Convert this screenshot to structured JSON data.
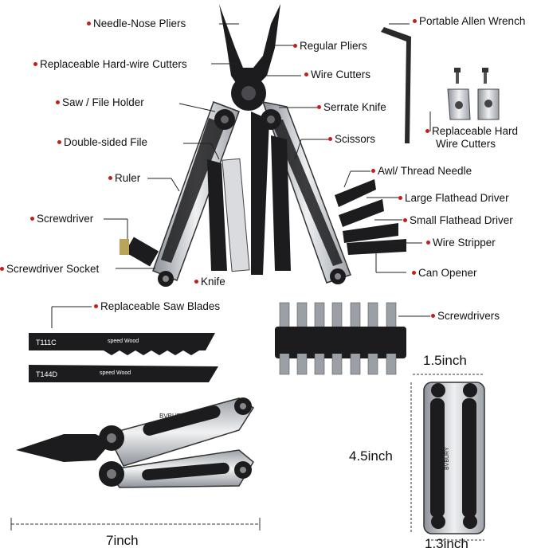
{
  "labels": {
    "needle_nose_pliers": "Needle-Nose Pliers",
    "regular_pliers": "Regular Pliers",
    "replaceable_hard_wire_cutters": "Replaceable Hard-wire Cutters",
    "wire_cutters": "Wire Cutters",
    "saw_file_holder": "Saw / File Holder",
    "serrate_knife": "Serrate Knife",
    "double_sided_file": "Double-sided File",
    "scissors": "Scissors",
    "ruler": "Ruler",
    "awl_thread_needle": "Awl/ Thread Needle",
    "large_flathead_driver": "Large Flathead Driver",
    "screwdriver": "Screwdriver",
    "small_flathead_driver": "Small Flathead Driver",
    "wire_stripper": "Wire Stripper",
    "screwdriver_socket": "Screwdriver Socket",
    "knife": "Knife",
    "can_opener": "Can Opener",
    "portable_allen_wrench": "Portable Allen Wrench",
    "replaceable_hard_wire_cutters_2_line1": "Replaceable Hard",
    "replaceable_hard_wire_cutters_2_line2": "Wire Cutters",
    "replaceable_saw_blades": "Replaceable Saw Blades",
    "screwdrivers": "Screwdrivers"
  },
  "dimensions": {
    "width_top": "1.5inch",
    "height": "4.5inch",
    "width_bottom": "1.3inch",
    "length": "7inch"
  },
  "blade_text": {
    "blade1_model": "T111C",
    "blade1_brand": "speed Wood",
    "blade2_model": "T144D",
    "blade2_brand": "speed Wood"
  },
  "brand": "BVBURY",
  "colors": {
    "dot": "#c0201c",
    "steel": "#c9cdd2",
    "dark": "#1c1c1e"
  }
}
